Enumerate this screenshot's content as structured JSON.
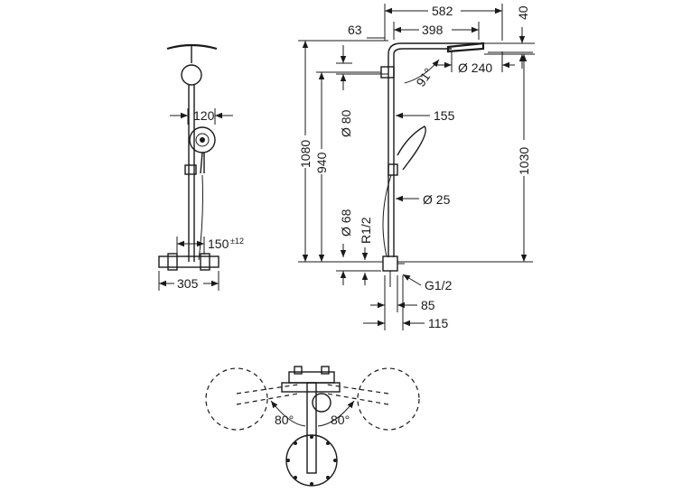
{
  "front_view": {
    "width_head": "120",
    "valve_spacing": "150",
    "valve_spacing_tol": "±12",
    "width_valve": "305"
  },
  "side_view": {
    "outreach_total": "582",
    "arm_length": "398",
    "head_offset": "63",
    "head_thickness": "40",
    "head_diameter": "Ø 240",
    "tilt_angle": "91°",
    "height_total": "1080",
    "height_head_bottom": "1030",
    "height_940": "940",
    "tube_dia_top": "Ø 80",
    "hand_shower_width": "155",
    "tube_dia_mid": "Ø 25",
    "tube_dia_low": "Ø 68",
    "thread_r": "R1/2",
    "thread_g": "G1/2",
    "depth_85": "85",
    "depth_115": "115"
  },
  "top_view": {
    "angle_left": "80°",
    "angle_right": "80°"
  }
}
